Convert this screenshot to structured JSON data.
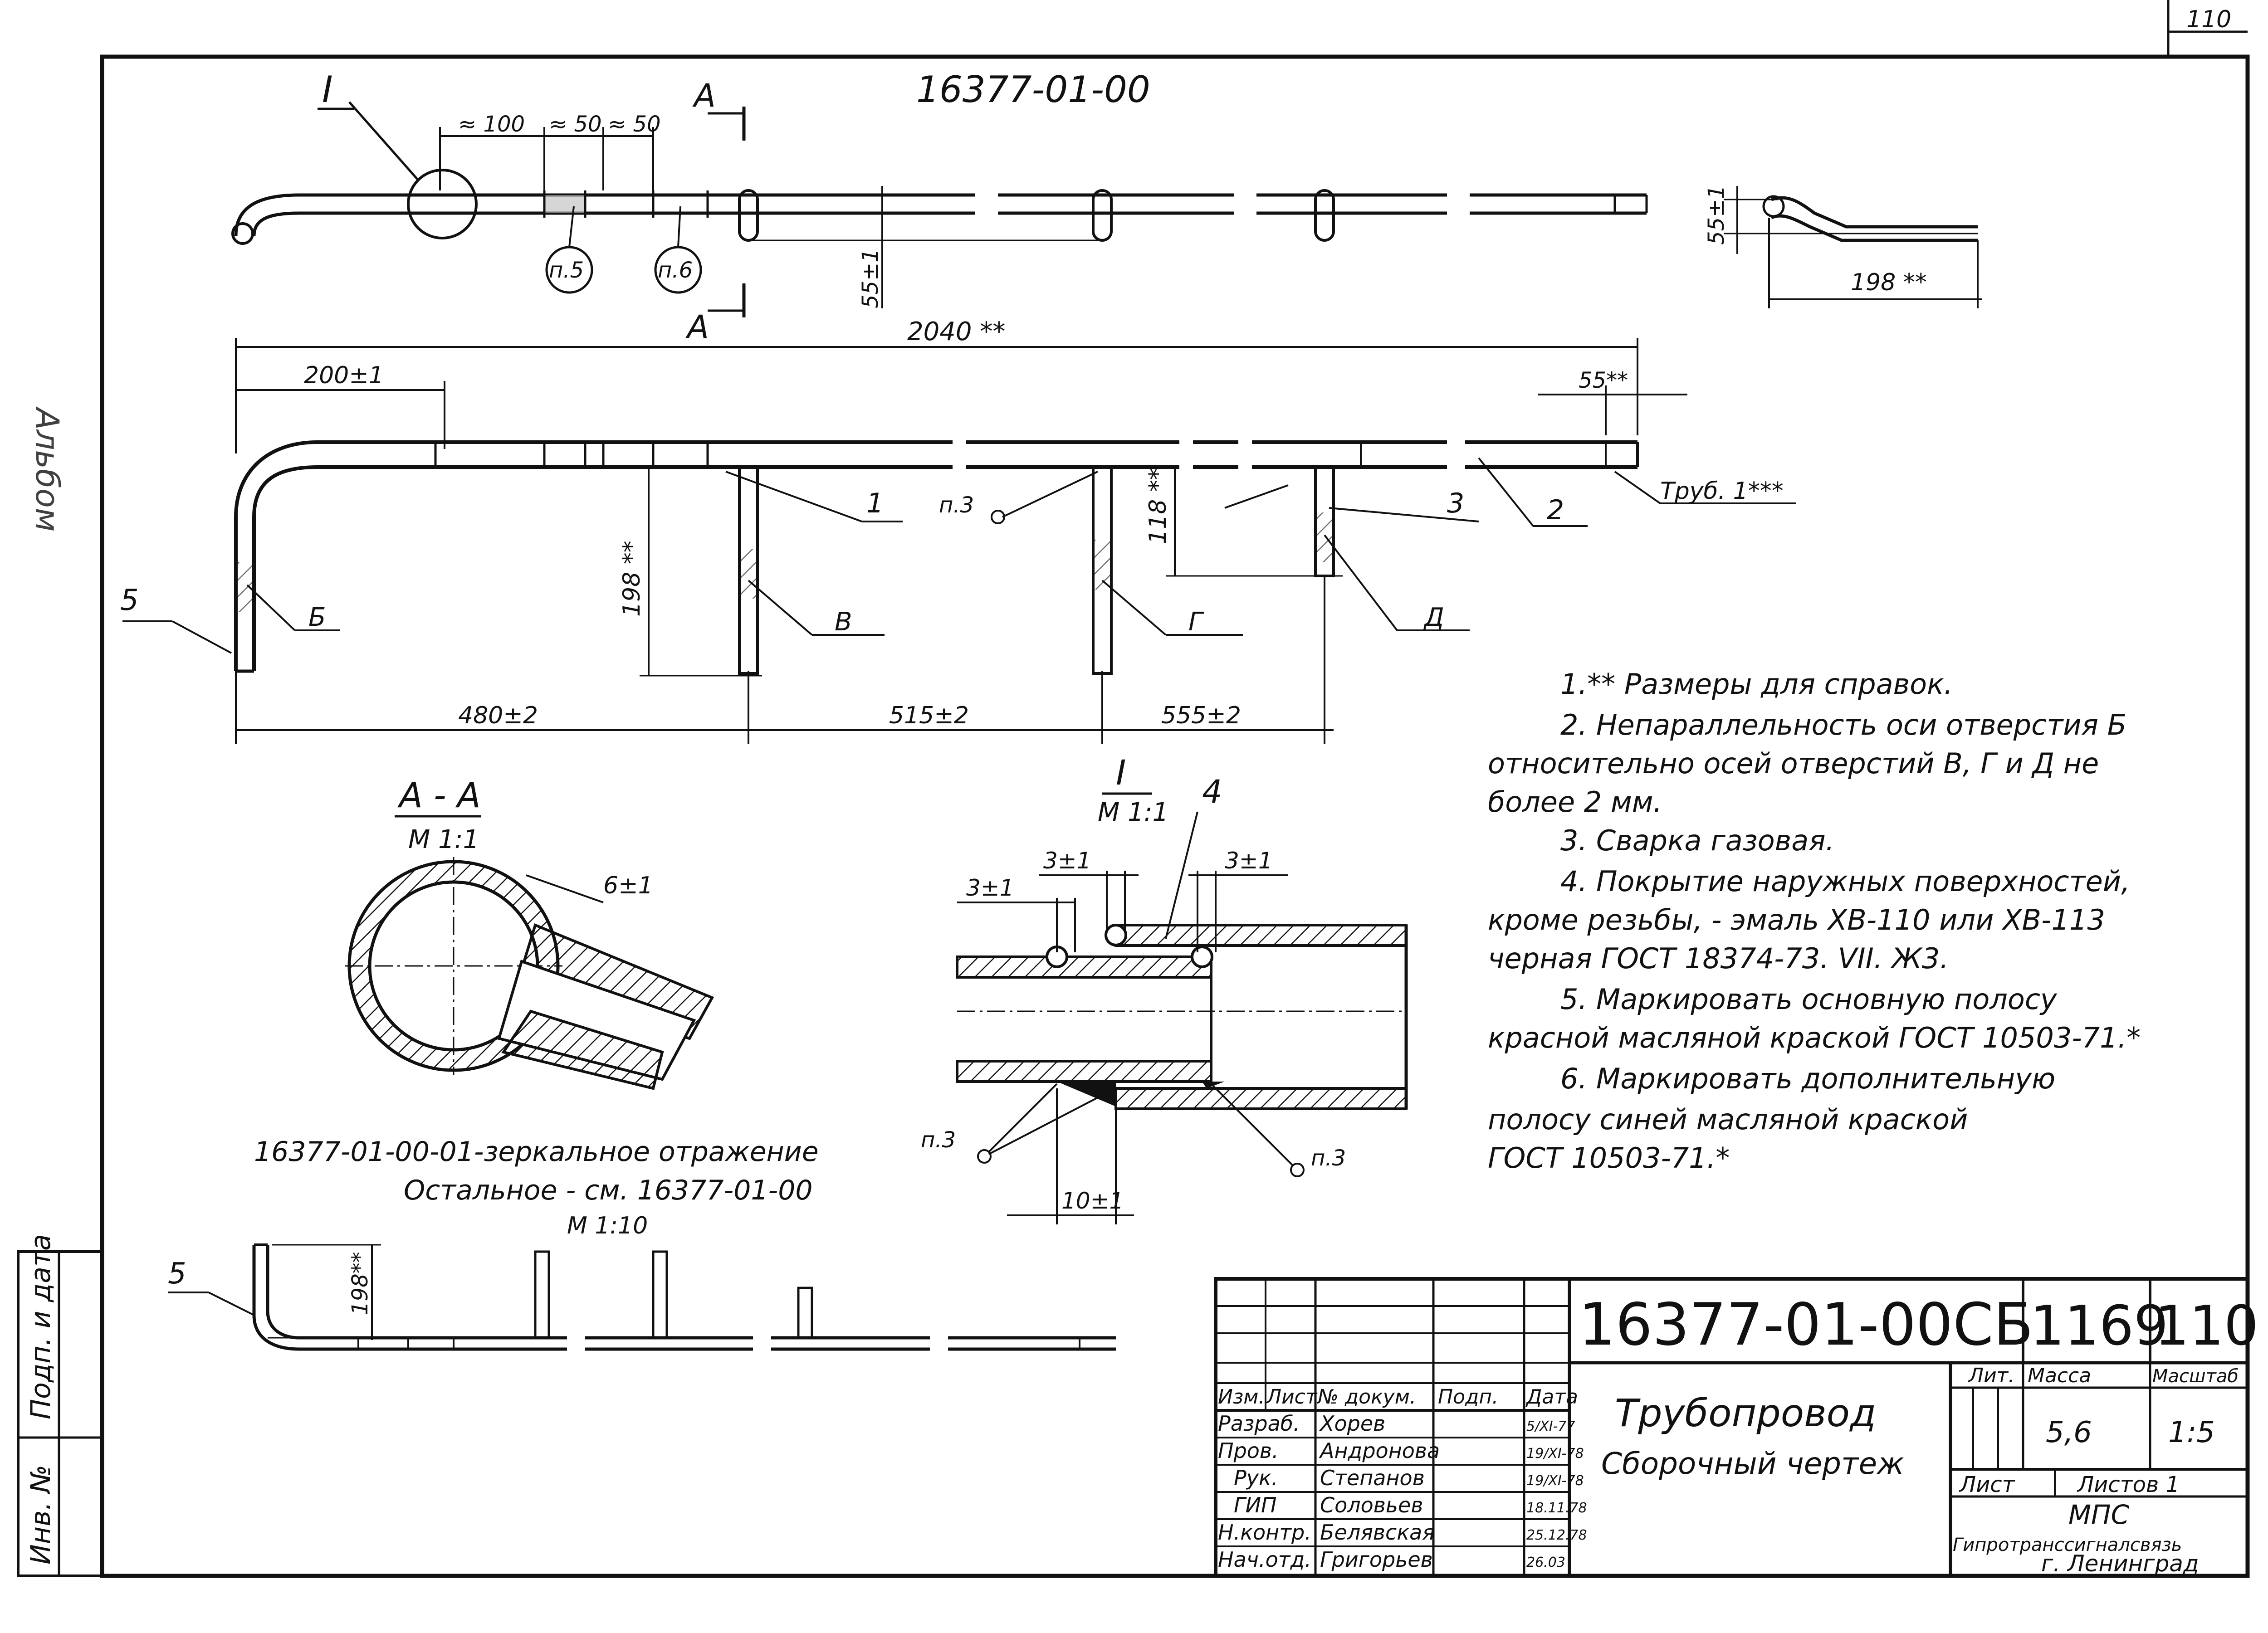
{
  "frame": {
    "page_corner": "110",
    "side_captions": [
      "Инв. №",
      "Подп. и дата"
    ],
    "side_top": "Альбом"
  },
  "drawing": {
    "doc_code": "16377-01-00",
    "section_marks": {
      "roman": "I",
      "cut": "А",
      "cut_bottom": "А"
    },
    "dimensions": {
      "d_100": "≈ 100",
      "d_50a": "≈ 50",
      "d_50b": "≈ 50",
      "d_55": "55±1",
      "d_2040": "2040 **",
      "d_200": "200±1",
      "d_55b": "55**",
      "d_198": "198 **",
      "d_118": "118 **",
      "d_480": "480±2",
      "d_515": "515±2",
      "d_555": "555±2",
      "d_198s": "198 **",
      "d_55s": "55±1",
      "d_6": "6±1",
      "d_3a": "3±1",
      "d_3b": "3±1",
      "d_3c": "3±1",
      "d_10": "10±1",
      "d_198m": "198**"
    },
    "callouts": {
      "p5": "п.5",
      "p6": "п.6",
      "p3": "п.3",
      "p3b": "п.3",
      "p3c": "п.3",
      "pos1": "1",
      "pos2": "2",
      "pos3": "3",
      "pos4": "4",
      "pos5": "5",
      "pos5b": "5",
      "tube": "Труб. 1***",
      "hole_b": "Б",
      "hole_v": "В",
      "hole_g": "Г",
      "hole_d": "Д"
    },
    "section_aa": {
      "title": "А - А",
      "scale": "М 1:1"
    },
    "detail_i": {
      "title": "I",
      "scale": "М 1:1"
    },
    "mirror": {
      "line1": "16377-01-00-01-зеркальное отражение",
      "line2": "Остальное - см. 16377-01-00",
      "scale": "М 1:10"
    }
  },
  "notes": [
    "1.** Размеры для справок.",
    "2. Непараллельность оси отверстия Б",
    "относительно осей отверстий В, Г и Д не",
    "более 2 мм.",
    "3. Сварка газовая.",
    "4. Покрытие наружных поверхностей,",
    "кроме резьбы, - эмаль ХВ-110 или ХВ-113",
    "черная ГОСТ 18374-73. VII. Ж3.",
    "5. Маркировать основную полосу",
    "красной масляной краской ГОСТ 10503-71.*",
    "6. Маркировать дополнительную",
    "полосу синей масляной краской",
    "ГОСТ 10503-71.*"
  ],
  "title_block": {
    "designation": "16377-01-00СБ",
    "sheet_code_a": "1169",
    "sheet_code_b": "110",
    "title": "Трубопровод",
    "subtitle": "Сборочный чертеж",
    "headers": [
      "Изм.",
      "Лист",
      "№ докум.",
      "Подп.",
      "Дата"
    ],
    "roles": [
      {
        "role": "Разраб.",
        "name": "Хорев",
        "date": "5/XI-77"
      },
      {
        "role": "Пров.",
        "name": "Андронова",
        "date": "19/XI-78"
      },
      {
        "role": "Рук.",
        "name": "Степанов",
        "date": "19/XI-78"
      },
      {
        "role": "ГИП",
        "name": "Соловьев",
        "date": "18.11.78"
      },
      {
        "role": "Н.контр.",
        "name": "Белявская",
        "date": "25.12.78"
      },
      {
        "role": "Нач.отд.",
        "name": "Григорьев",
        "date": "26.03"
      }
    ],
    "lit_label": "Лит.",
    "mass_label": "Масса",
    "scale_label": "Масштаб",
    "mass": "5,6",
    "scale": "1:5",
    "sheet_label": "Лист",
    "sheets_label": "Листов 1",
    "org1": "МПС",
    "org2": "Гипротранссигналсвязь",
    "org3": "г. Ленинград"
  }
}
